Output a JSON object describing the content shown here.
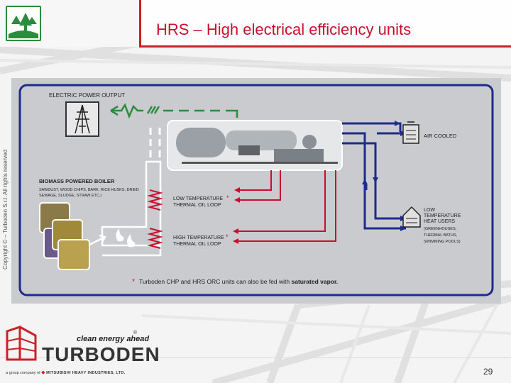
{
  "slide": {
    "title": "HRS – High electrical efficiency units",
    "page_number": "29",
    "copyright": "Copyright © – Turboden S.r.l. All rights reserved"
  },
  "diagram": {
    "electric_output_label": "ELECTRIC POWER OUTPUT",
    "boiler_title": "BIOMASS POWERED BOILER",
    "boiler_desc": [
      "SAWDUST, WOOD CHIPS, BARK, RICE HUSKS, DRIED",
      "SEWAGE, SLUDGE, STRAW ETC.)"
    ],
    "low_temp_loop": [
      "LOW TEMPERATURE",
      "THERMAL OIL LOOP"
    ],
    "high_temp_loop": [
      "HIGH TEMPERATURE",
      "THERMAL OIL LOOP"
    ],
    "air_cooled": "AIR COOLED",
    "heat_users_title": [
      "LOW",
      "TEMPERATURE",
      "HEAT USERS"
    ],
    "heat_users_desc": [
      "(GREENHOUSES,",
      "THERMAL BATHS,",
      "SWIMMING POOLS)"
    ],
    "footnote_marker": "*",
    "footnote_text": "Turboden CHP and HRS ORC units can also be fed with ",
    "footnote_bold": "saturated vapor."
  },
  "branding": {
    "tagline": "clean energy ahead",
    "registered": "®",
    "name": "TURBODEN",
    "parent_prefix": "a group company of",
    "parent_name": "MITSUBISHI HEAVY INDUSTRIES, LTD."
  },
  "colors": {
    "accent_red": "#cc2027",
    "title_red": "#c8102e",
    "diagram_blue": "#1d2b8a",
    "diagram_green": "#2e8a3c",
    "panel_gray": "#c9cbcf"
  }
}
